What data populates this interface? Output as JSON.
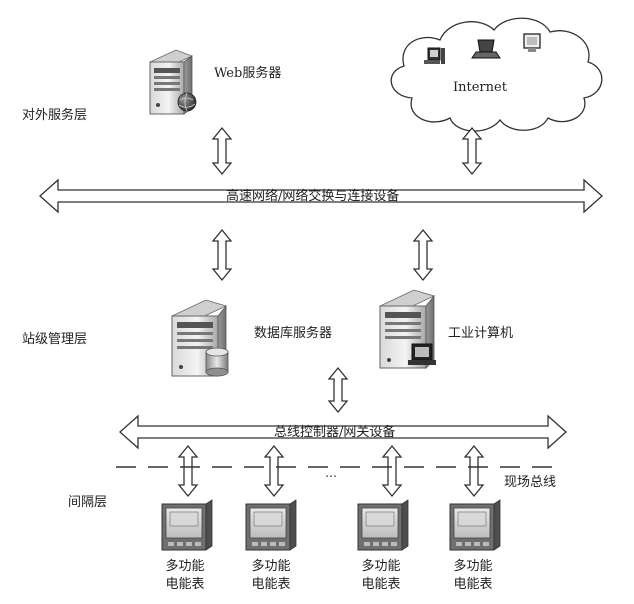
{
  "layers": {
    "service": "对外服务层",
    "station": "站级管理层",
    "bay": "间隔层"
  },
  "nodes": {
    "web_server": "Web服务器",
    "internet": "Internet",
    "db_server": "数据库服务器",
    "industrial_pc": "工业计算机"
  },
  "buses": {
    "network": "高速网络/网络交换与连接设备",
    "controller": "总线控制器/网关设备",
    "field_bus": "现场总线",
    "ellipsis": "…"
  },
  "meters": [
    {
      "line1": "多功能",
      "line2": "电能表"
    },
    {
      "line1": "多功能",
      "line2": "电能表"
    },
    {
      "line1": "多功能",
      "line2": "电能表"
    },
    {
      "line1": "多功能",
      "line2": "电能表"
    }
  ]
}
